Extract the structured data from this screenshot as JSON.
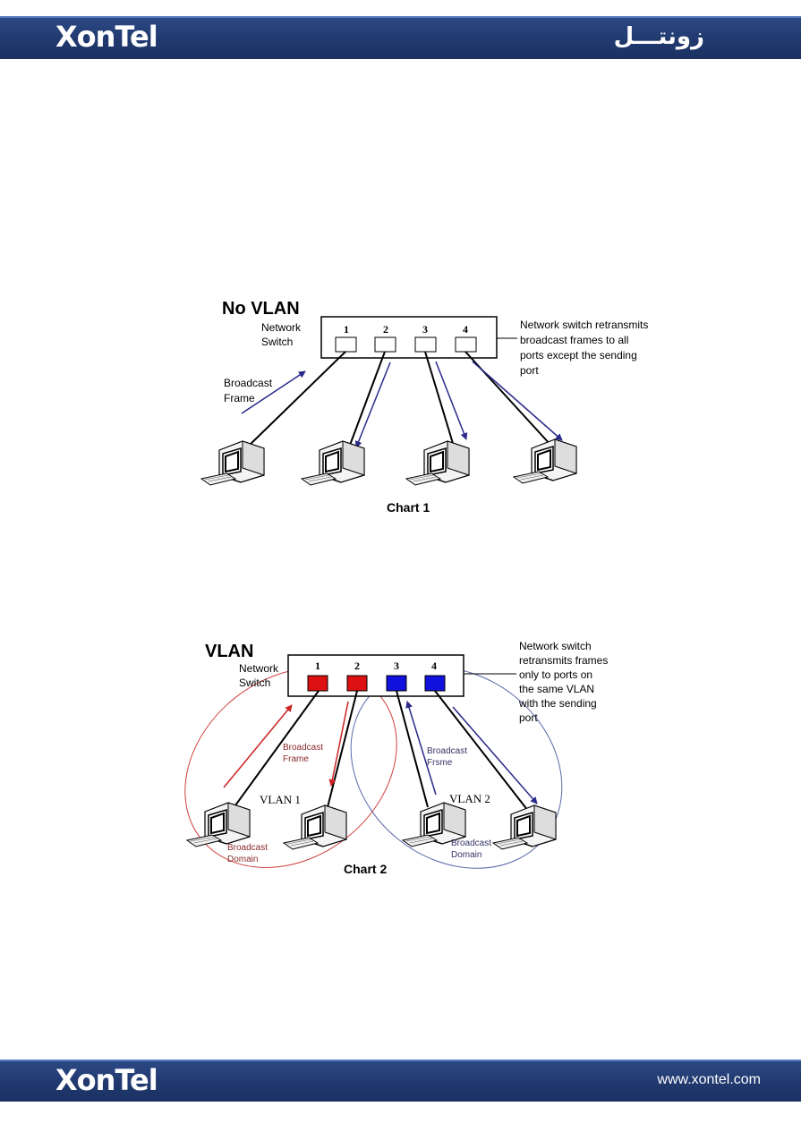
{
  "header": {
    "brand": "XonTel",
    "brand_arabic": "زونتـــل"
  },
  "footer": {
    "brand": "XonTel",
    "website": "www.xontel.com"
  },
  "chart1": {
    "title": "No VLAN",
    "switch_label_1": "Network",
    "switch_label_2": "Switch",
    "ports": [
      "1",
      "2",
      "3",
      "4"
    ],
    "note_lines": [
      "Network switch retransmits",
      "broadcast frames to  all",
      "ports except the sending",
      "port"
    ],
    "broadcast_1": "Broadcast",
    "broadcast_2": "Frame",
    "caption": "Chart 1"
  },
  "chart2": {
    "title": "VLAN",
    "switch_label_1": "Network",
    "switch_label_2": "Switch",
    "ports": [
      "1",
      "2",
      "3",
      "4"
    ],
    "note_lines": [
      "Network switch",
      "retransmits frames",
      "only to ports on",
      "the same VLAN",
      "with the sending",
      "port"
    ],
    "bf_left_1": "Broadcast",
    "bf_left_2": "Frame",
    "bf_right_1": "Broadcast",
    "bf_right_2": "Frsme",
    "vlan1": "VLAN 1",
    "vlan2": "VLAN 2",
    "domain_left_1": "Broadcast",
    "domain_left_2": "Domain",
    "domain_right_1": "Broadcast",
    "domain_right_2": "Domain",
    "caption": "Chart 2"
  },
  "colors": {
    "band": "#21396f",
    "vlan1": "#cc0000",
    "vlan2": "#0000cc",
    "arrow_blue": "#2a2a8a"
  }
}
